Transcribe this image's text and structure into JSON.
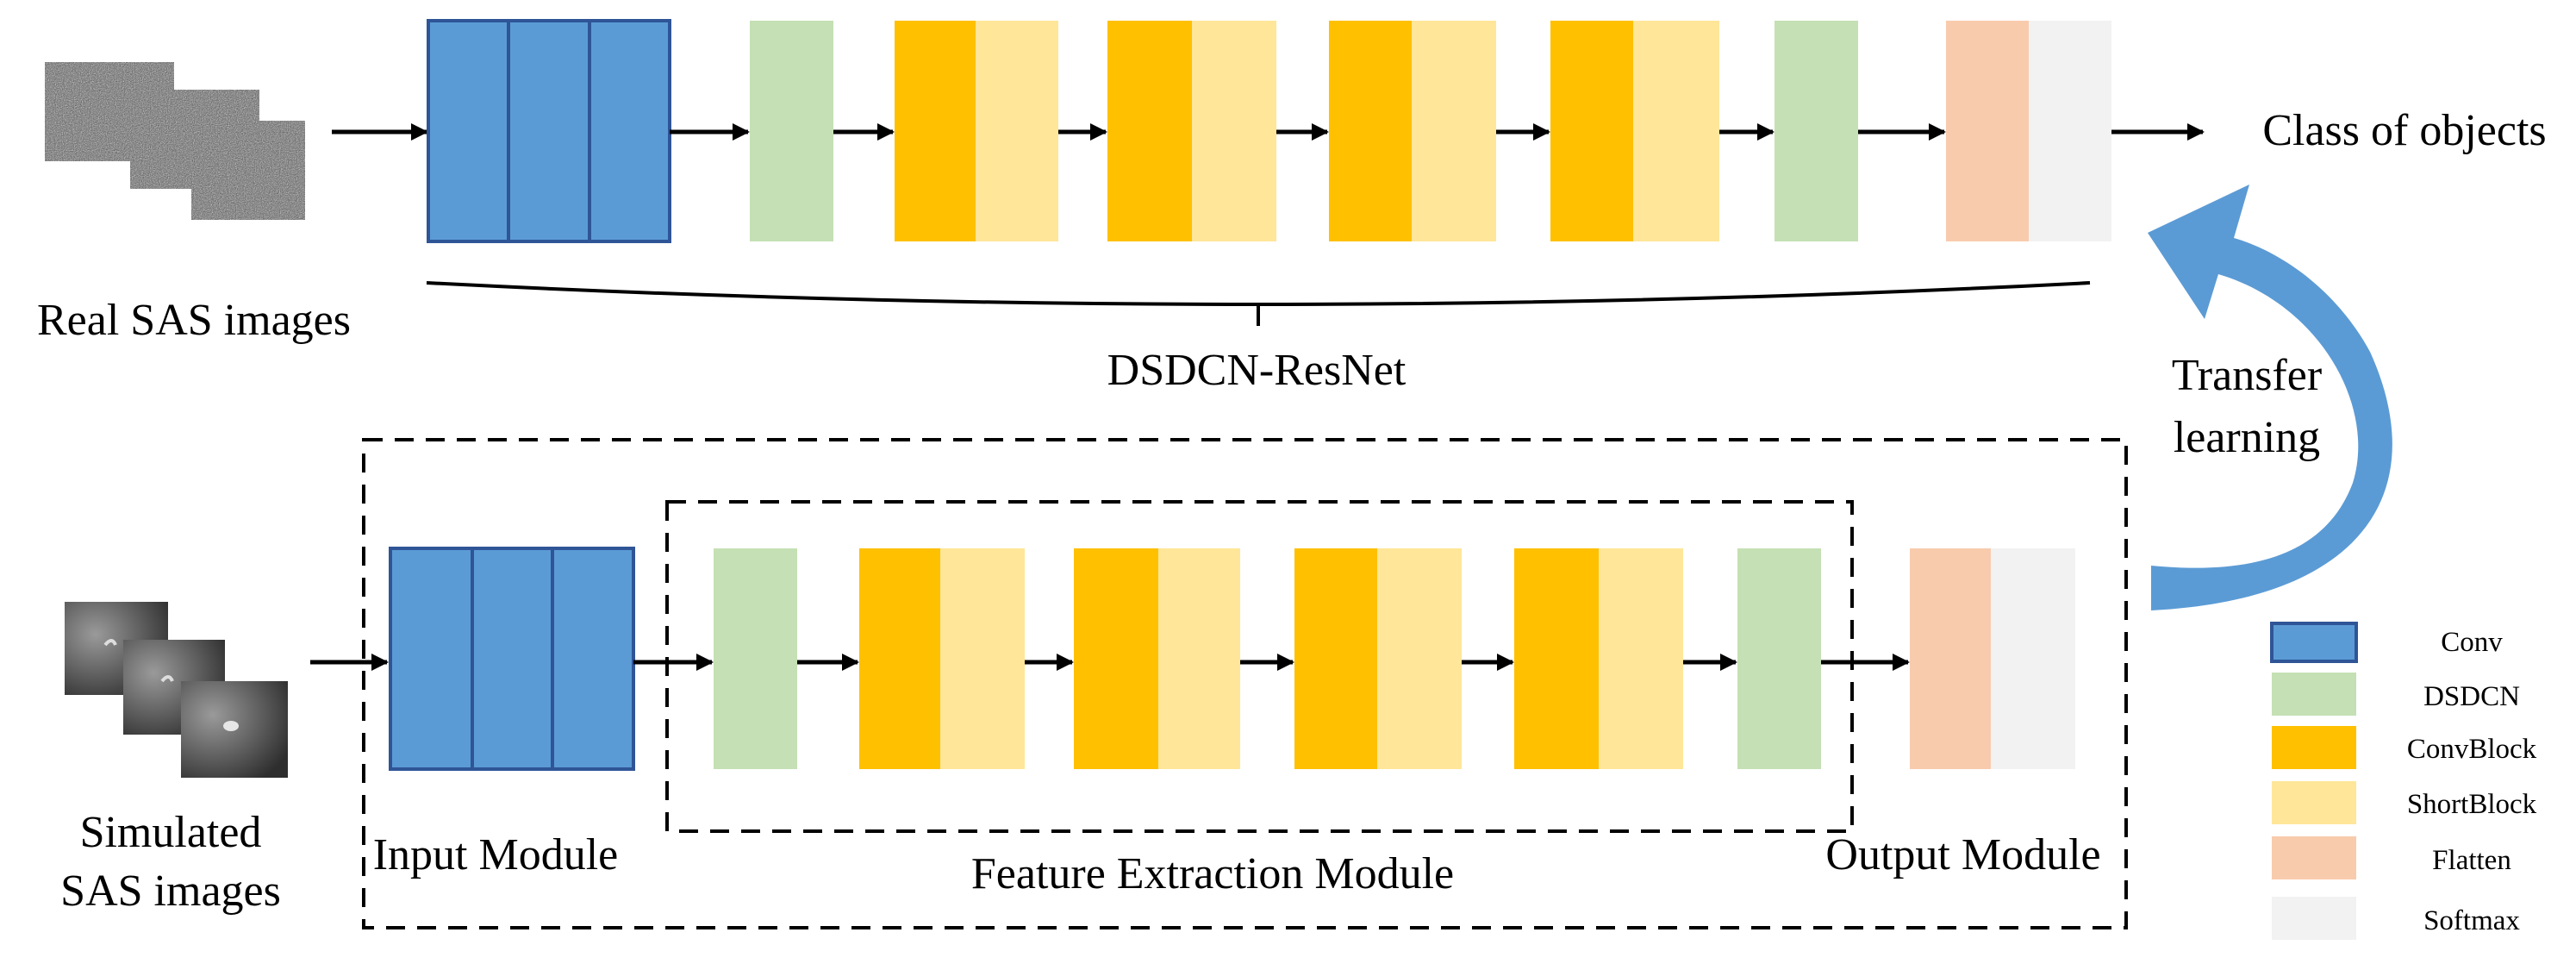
{
  "labels": {
    "real_sas_images": "Real SAS images",
    "simulated_line1": "Simulated",
    "simulated_line2": "SAS images",
    "class_of_objects": "Class of objects",
    "dsdcn_resnet": "DSDCN-ResNet",
    "transfer_line1": "Transfer",
    "transfer_line2": "learning",
    "input_module": "Input Module",
    "feature_extraction_module": "Feature Extraction Module",
    "output_module": "Output Module"
  },
  "legend": [
    {
      "key": "conv",
      "label": "Conv",
      "color": "#5b9bd5",
      "border": "#2f5597"
    },
    {
      "key": "dsdcn",
      "label": "DSDCN",
      "color": "#c5e0b4",
      "border": "none"
    },
    {
      "key": "convblock",
      "label": "ConvBlock",
      "color": "#ffc000",
      "border": "none"
    },
    {
      "key": "shortblock",
      "label": "ShortBlock",
      "color": "#ffe699",
      "border": "none"
    },
    {
      "key": "flatten",
      "label": "Flatten",
      "color": "#f8cbad",
      "border": "none"
    },
    {
      "key": "softmax",
      "label": "Softmax",
      "color": "#f2f2f2",
      "border": "none"
    }
  ],
  "colors": {
    "conv": "#5b9bd5",
    "conv_border": "#2f5597",
    "dsdcn": "#c5e0b4",
    "convblock": "#ffc000",
    "shortblock": "#ffe699",
    "flatten": "#f8cbad",
    "softmax": "#f2f2f2",
    "transfer_arrow": "#5b9bd5"
  },
  "icons": {
    "real_images": "noisy-sonar-image-stack",
    "simulated_images": "gray-sonar-image-stack",
    "transfer_arrow": "curved-arrow-icon"
  }
}
